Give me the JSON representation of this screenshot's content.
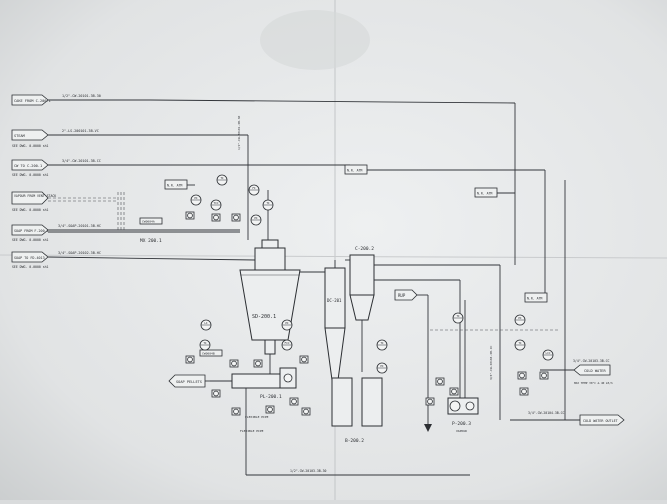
{
  "inlets": [
    {
      "label": "CAKE FROM C-200.1",
      "sub": "",
      "line": "1/2\"-CW-20101-3B-30"
    },
    {
      "label": "STEAM",
      "sub": "SEE DWG. 0-0000 sh1",
      "line": "2\"-LS-200101-3B-VC"
    },
    {
      "label": "CW TO C-200.1",
      "sub": "SEE DWG. 0-0000 sh1",
      "line": "3/4\"-CW-20101-3B-CC"
    },
    {
      "label": "VAPOUR FROM VENT STACK",
      "sub": "SEE DWG. 0-0000 sh1",
      "line": ""
    },
    {
      "label": "SOAP FROM F-200.1",
      "sub": "SEE DWG. 0-0000 sh1",
      "line": "3/4\"-SOAP-20101-3B-HC"
    },
    {
      "label": "SOAP TO FD-4013",
      "sub": "SEE DWG. 0-0000 sh1",
      "line": "3/4\"-SOAP-20102-3B-HC"
    }
  ],
  "equipment": {
    "mixer": "MX 200.1",
    "dryer": "SD-200.1",
    "condenser": "C-200.2",
    "cyclone": "DC-201",
    "bin": "B-200.2",
    "pelletizer": "PL-200.1",
    "pump": "P-200.3",
    "pump_note": "VAPOUR"
  },
  "instruments": [
    {
      "tag": "TI"
    },
    {
      "tag": "PI"
    },
    {
      "tag": "TIC"
    },
    {
      "tag": "FI"
    },
    {
      "tag": "TI"
    },
    {
      "tag": "PI"
    },
    {
      "tag": "LI"
    },
    {
      "tag": "TI"
    },
    {
      "tag": "PI"
    },
    {
      "tag": "FIC"
    },
    {
      "tag": "TI"
    },
    {
      "tag": "PI"
    },
    {
      "tag": "TI"
    },
    {
      "tag": "PI"
    },
    {
      "tag": "LIC"
    },
    {
      "tag": "TI"
    }
  ],
  "notes": {
    "nr_atm_1": "N.R. ATM",
    "nr_atm_2": "N.R. ATM",
    "nr_atm_3": "N.R. ATM",
    "nr_atm_4": "N.R. ATM",
    "rup": "RUP",
    "flexible_1": "FLEXIBLE PIPE",
    "flexible_2": "FLEXIBLE PIPE",
    "vessel_tag": "CW0004A",
    "vessel_tag_2": "CW0004B"
  },
  "outlets": {
    "soap_pellets": "SOAP PELLETS",
    "cold_water": "COLD WATER",
    "cold_water_note": "MAX TEMP 30°C & 40 m3/h",
    "cold_water_outlet": "COLD WATER OUTLET",
    "line_top": "1/2\"-CW-20101-3B-30",
    "line_bottom": "1/2\"-CW-20103-3B-30",
    "line_cw_in": "3/4\"-CW-20103-3B-CC",
    "line_cw_out": "3/4\"-CW-20104-3B-CC"
  }
}
